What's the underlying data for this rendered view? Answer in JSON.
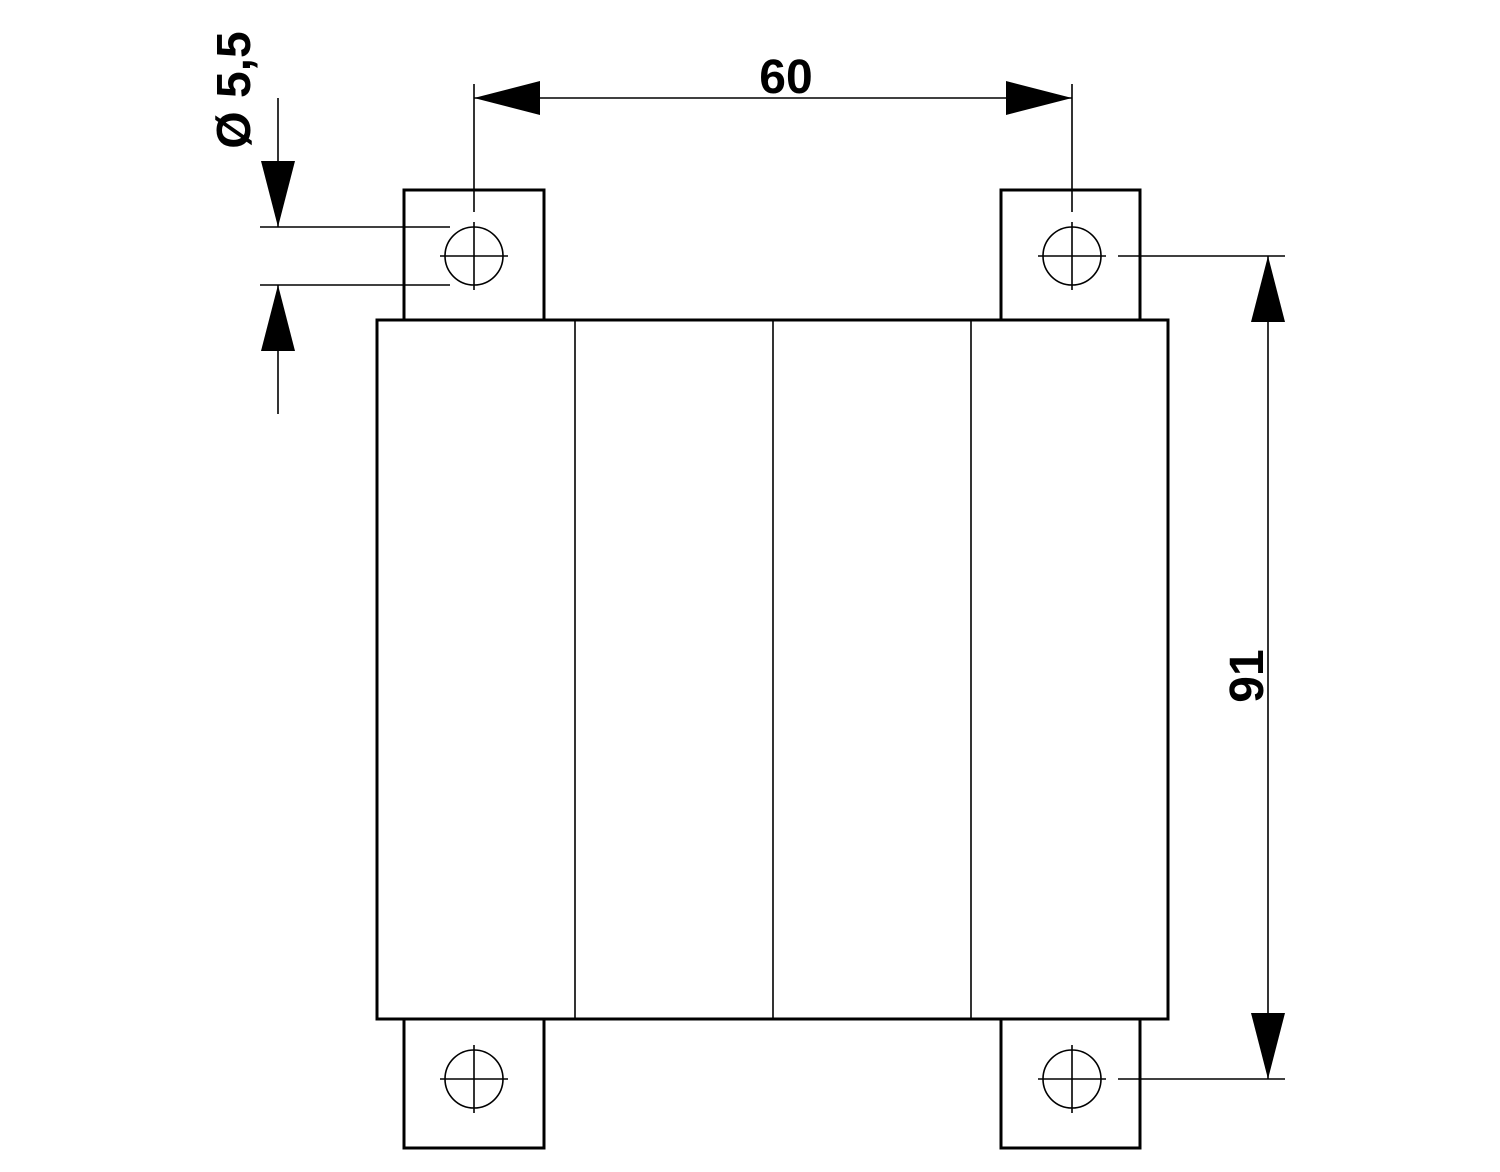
{
  "dimensions": {
    "hole_diameter": "Ø 5,5",
    "hole_spacing_horizontal": "60",
    "hole_spacing_vertical": "91"
  },
  "colors": {
    "line": "#000000",
    "background": "#ffffff"
  }
}
